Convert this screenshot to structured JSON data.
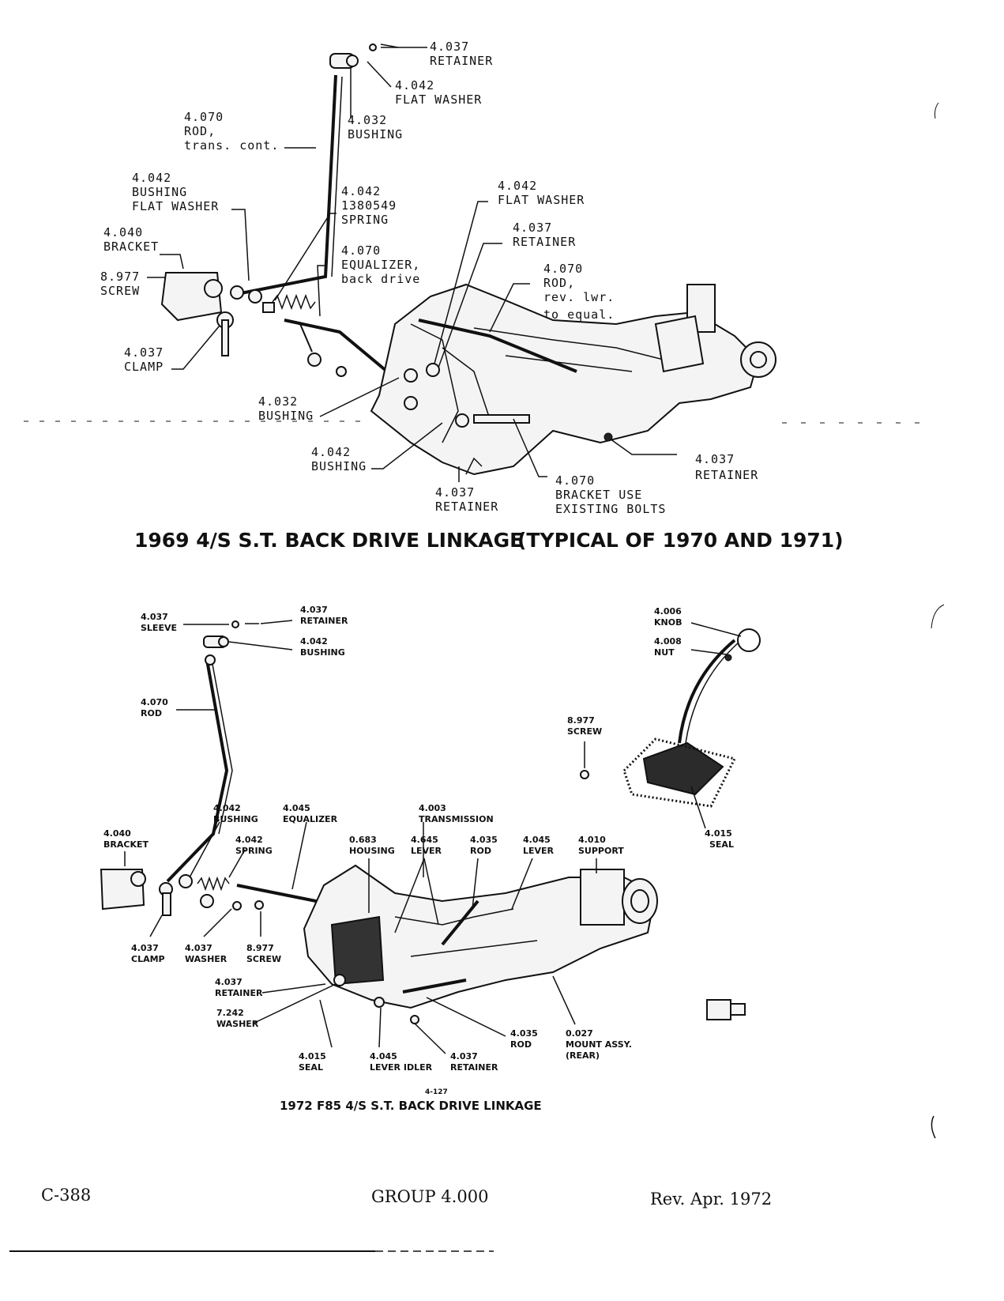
{
  "top_diagram": {
    "caption_left": "1969 4/S S.T. BACK DRIVE LINKAGE",
    "caption_right": "(TYPICAL OF 1970 AND 1971)",
    "labels": [
      [
        "4.037",
        "RETAINER"
      ],
      [
        "4.042",
        "FLAT WASHER"
      ],
      [
        "4.032",
        "BUSHING"
      ],
      [
        "4.070",
        "ROD,",
        "trans. cont."
      ],
      [
        "4.042",
        "BUSHING",
        "FLAT WASHER"
      ],
      [
        "4.042",
        "1380549",
        "SPRING"
      ],
      [
        "4.040",
        "BRACKET"
      ],
      [
        "8.977",
        "SCREW"
      ],
      [
        "4.070",
        "EQUALIZER,",
        "back drive"
      ],
      [
        "4.037",
        "CLAMP"
      ],
      [
        "4.032",
        "BUSHING"
      ],
      [
        "4.042",
        "BUSHING"
      ],
      [
        "4.037",
        "RETAINER"
      ],
      [
        "4.042",
        "FLAT WASHER"
      ],
      [
        "4.037",
        "RETAINER"
      ],
      [
        "4.070",
        "ROD,",
        "rev. lwr.",
        "to equal."
      ],
      [
        "4.037",
        "RETAINER"
      ],
      [
        "4.070",
        "BRACKET USE",
        "EXISTING BOLTS"
      ]
    ]
  },
  "bottom_diagram": {
    "figure_number": "4-127",
    "caption": "1972 F85 4/S S.T. BACK DRIVE LINKAGE",
    "labels": [
      [
        "4.037",
        "SLEEVE"
      ],
      [
        "4.037",
        "RETAINER"
      ],
      [
        "4.042",
        "BUSHING"
      ],
      [
        "4.070",
        "ROD"
      ],
      [
        "4.006",
        "KNOB"
      ],
      [
        "4.008",
        "NUT"
      ],
      [
        "8.977",
        "SCREW"
      ],
      [
        "4.015",
        "SEAL"
      ],
      [
        "4.040",
        "BRACKET"
      ],
      [
        "4.042",
        "BUSHING"
      ],
      [
        "4.045",
        "EQUALIZER"
      ],
      [
        "4.042",
        "SPRING"
      ],
      [
        "4.003",
        "TRANSMISSION"
      ],
      [
        "0.683",
        "HOUSING"
      ],
      [
        "4.645",
        "LEVER"
      ],
      [
        "4.035",
        "ROD"
      ],
      [
        "4.045",
        "LEVER"
      ],
      [
        "4.010",
        "SUPPORT"
      ],
      [
        "4.037",
        "CLAMP"
      ],
      [
        "4.037",
        "WASHER"
      ],
      [
        "8.977",
        "SCREW"
      ],
      [
        "4.037",
        "RETAINER"
      ],
      [
        "7.242",
        "WASHER"
      ],
      [
        "4.015",
        "SEAL"
      ],
      [
        "4.045",
        "LEVER IDLER"
      ],
      [
        "4.037",
        "RETAINER"
      ],
      [
        "4.035",
        "ROD"
      ],
      [
        "0.027",
        "MOUNT ASSY.",
        "(REAR)"
      ]
    ]
  },
  "footer": {
    "page_code": "C-388",
    "group": "GROUP 4.000",
    "revision": "Rev. Apr. 1972"
  }
}
